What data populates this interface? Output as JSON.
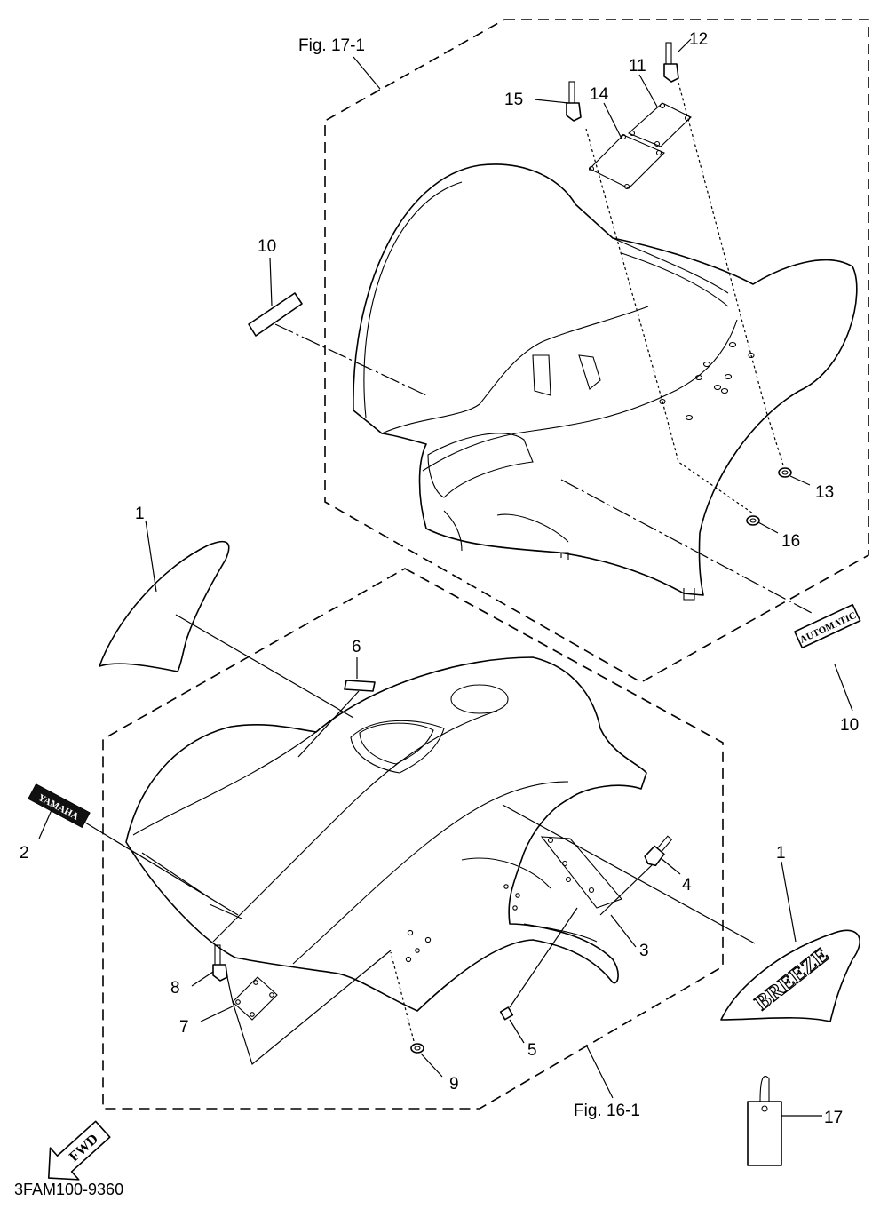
{
  "figure_refs": {
    "upper": "Fig. 17-1",
    "lower": "Fig. 16-1"
  },
  "part_labels": {
    "p1_left": "1",
    "p1_right": "1",
    "p2": "2",
    "p3": "3",
    "p4": "4",
    "p5": "5",
    "p6": "6",
    "p7": "7",
    "p8": "8",
    "p9": "9",
    "p10_upper": "10",
    "p10_lower": "10",
    "p11": "11",
    "p12": "12",
    "p13": "13",
    "p14": "14",
    "p15": "15",
    "p16": "16",
    "p17": "17"
  },
  "decals": {
    "yamaha": "YAMAHA",
    "automatic": "AUTOMATIC",
    "breeze": "BREEZE"
  },
  "fwd_arrow": "FWD",
  "diagram_code": "3FAM100-9360",
  "icons": [
    "fwd-arrow-icon"
  ]
}
